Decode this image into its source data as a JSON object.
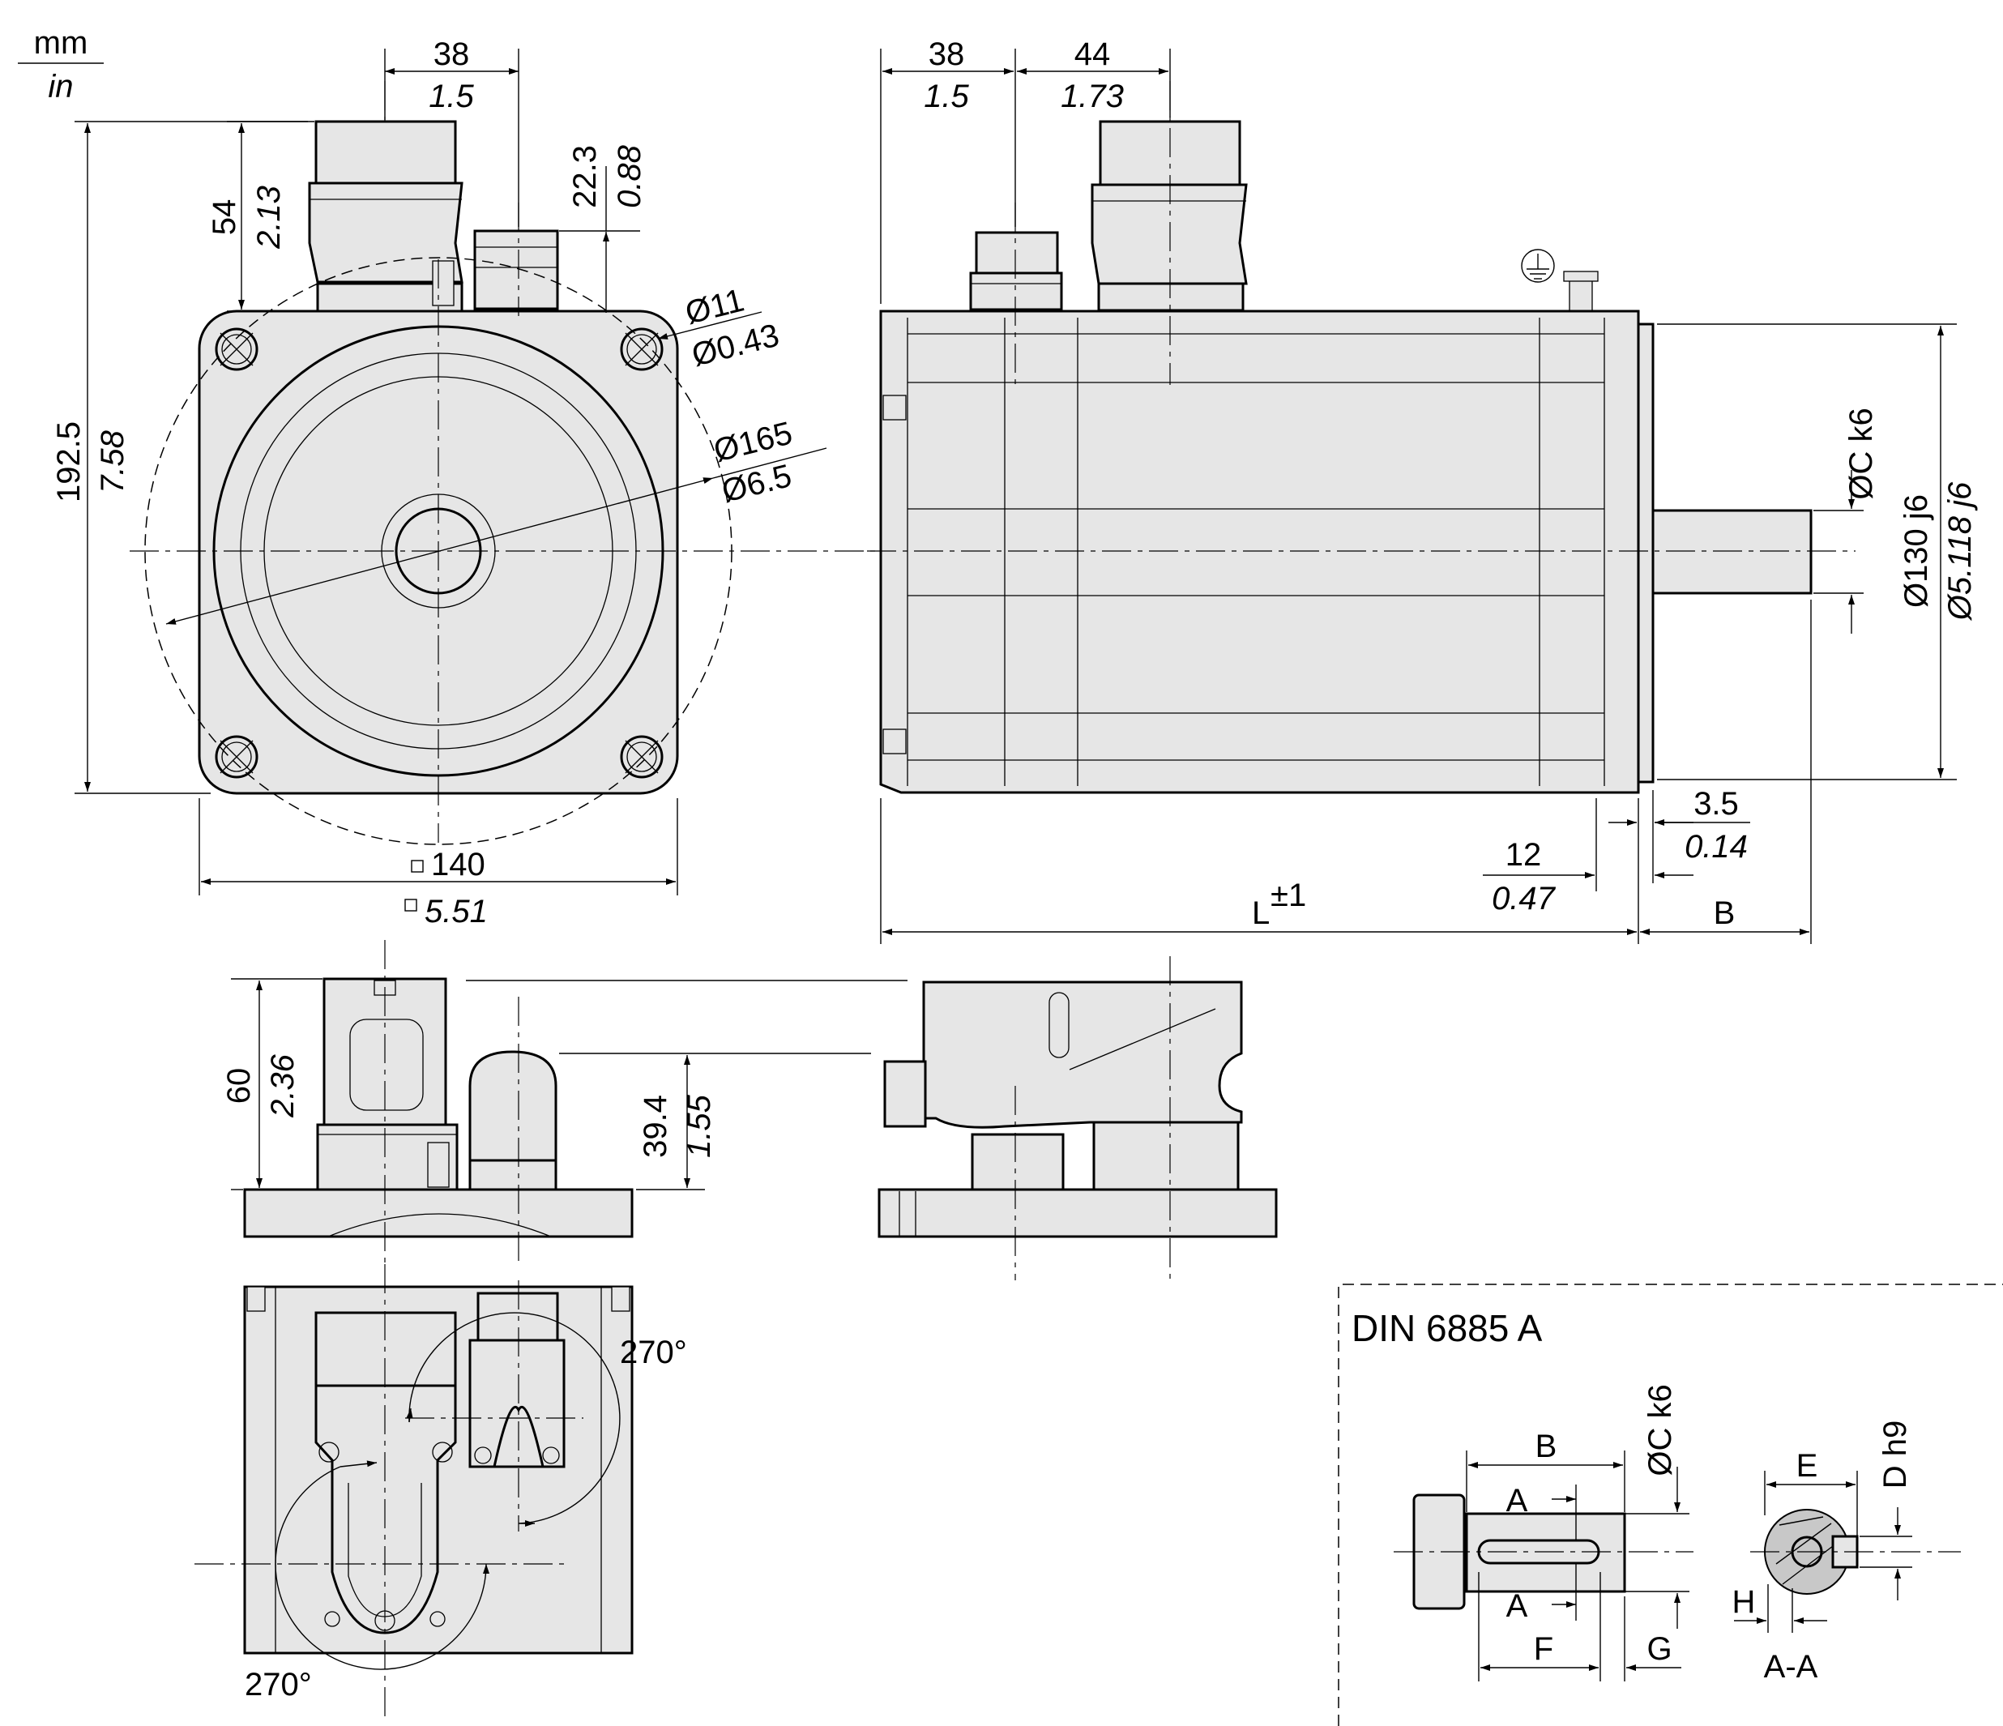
{
  "units": {
    "primary": "mm",
    "secondary": "in"
  },
  "front_view": {
    "flange_width_mm": "140",
    "flange_width_in": "5.51",
    "total_height_mm": "192.5",
    "total_height_in": "7.58",
    "power_connector_height_mm": "54",
    "power_connector_height_in": "2.13",
    "connector_offset_mm": "38",
    "connector_offset_in": "1.5",
    "encoder_connector_height_mm": "22.3",
    "encoder_connector_height_in": "0.88",
    "hole_diameter_mm": "Ø11",
    "hole_diameter_in": "Ø0.43",
    "bolt_circle_mm": "Ø165",
    "bolt_circle_in": "Ø6.5"
  },
  "side_view": {
    "encoder_offset_mm": "38",
    "encoder_offset_in": "1.5",
    "power_offset_mm": "44",
    "power_offset_in": "1.73",
    "shaft_label": "ØC k6",
    "pilot_mm": "Ø130 j6",
    "pilot_in": "Ø5.118 j6",
    "pilot_depth_mm": "3.5",
    "pilot_depth_in": "0.14",
    "flange_thickness_mm": "12",
    "flange_thickness_in": "0.47",
    "length_label": "L",
    "length_tolerance": "±1",
    "shaft_length_label": "B",
    "ground_symbol": "ground-icon"
  },
  "connector_detail": {
    "power_height_mm": "60",
    "power_height_in": "2.36",
    "encoder_height_mm": "39.4",
    "encoder_height_in": "1.55"
  },
  "rotation_view": {
    "angle_top": "270°",
    "angle_bottom": "270°"
  },
  "key_detail": {
    "title": "DIN 6885 A",
    "label_b": "B",
    "label_a_top": "A",
    "label_a_bottom": "A",
    "label_f": "F",
    "label_g": "G",
    "label_ck6": "ØC k6",
    "label_e": "E",
    "label_dh9": "D h9",
    "label_h": "H",
    "section_label": "A-A"
  }
}
